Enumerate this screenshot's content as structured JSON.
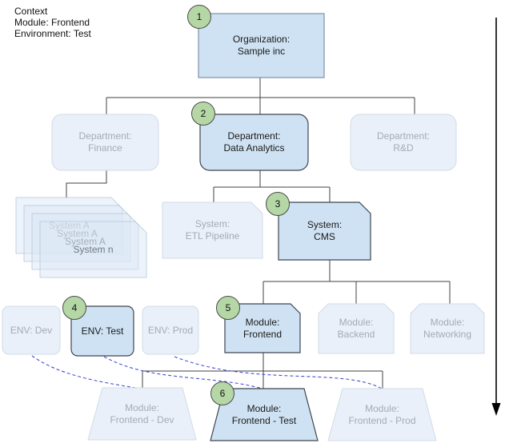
{
  "context": {
    "title": "Context",
    "module_line": "Module: Frontend",
    "environment_line": "Environment: Test"
  },
  "nodes": {
    "organization": {
      "badge": "1",
      "line1": "Organization:",
      "line2": "Sample inc"
    },
    "dept_finance": {
      "line1": "Department:",
      "line2": "Finance"
    },
    "dept_data_analytics": {
      "badge": "2",
      "line1": "Department:",
      "line2": "Data Analytics"
    },
    "dept_rnd": {
      "line1": "Department:",
      "line2": "R&D"
    },
    "system_stack": {
      "labels": [
        "System A",
        "System A",
        "System A",
        "System n"
      ]
    },
    "system_etl": {
      "line1": "System:",
      "line2": "ETL Pipeline"
    },
    "system_cms": {
      "badge": "3",
      "line1": "System:",
      "line2": "CMS"
    },
    "env_dev": {
      "label": "ENV: Dev"
    },
    "env_test": {
      "badge": "4",
      "label": "ENV: Test"
    },
    "env_prod": {
      "label": "ENV: Prod"
    },
    "module_frontend": {
      "badge": "5",
      "line1": "Module:",
      "line2": "Frontend"
    },
    "module_backend": {
      "line1": "Module:",
      "line2": "Backend"
    },
    "module_networking": {
      "line1": "Module:",
      "line2": "Networking"
    },
    "instance_dev": {
      "line1": "Module:",
      "line2": "Frontend - Dev"
    },
    "instance_test": {
      "badge": "6",
      "line1": "Module:",
      "line2": "Frontend - Test"
    },
    "instance_prod": {
      "line1": "Module:",
      "line2": "Frontend - Prod"
    }
  },
  "theme": {
    "active_fill": "#cfe2f3",
    "faded_fill": "#e9f0f9",
    "badge_fill": "#b4d7a5",
    "dashed_link_color": "#4850cf",
    "edge_color": "#424242"
  }
}
